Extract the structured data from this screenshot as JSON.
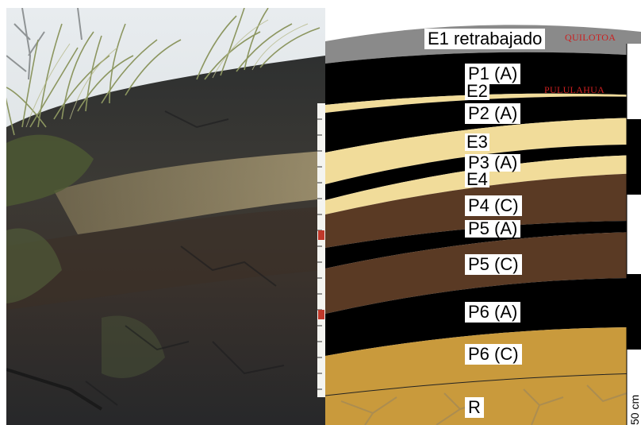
{
  "photo": {
    "description_icon": "soil-profile-photo"
  },
  "column": {
    "layers": [
      {
        "id": "e1",
        "label": "E1 retrabajado",
        "color": "#8a8a8a"
      },
      {
        "id": "p1a",
        "label": "P1 (A)",
        "color": "#000000"
      },
      {
        "id": "e2",
        "label": "E2",
        "color": "#f1dc9a"
      },
      {
        "id": "p2a",
        "label": "P2 (A)",
        "color": "#000000"
      },
      {
        "id": "e3",
        "label": "E3",
        "color": "#f1dc9a"
      },
      {
        "id": "p3a",
        "label": "P3 (A)",
        "color": "#000000"
      },
      {
        "id": "e4",
        "label": "E4",
        "color": "#f1dc9a"
      },
      {
        "id": "p4c",
        "label": "P4 (C)",
        "color": "#5a3a24"
      },
      {
        "id": "p5a",
        "label": "P5 (A)",
        "color": "#000000"
      },
      {
        "id": "p5c",
        "label": "P5 (C)",
        "color": "#5a3a24"
      },
      {
        "id": "p6a",
        "label": "P6 (A)",
        "color": "#000000"
      },
      {
        "id": "p6c",
        "label": "P6 (C)",
        "color": "#c99a3c"
      },
      {
        "id": "r",
        "label": "R",
        "color": "#c99a3c"
      }
    ],
    "sources": {
      "quilotoa": "QUILOTOA",
      "pululahua": "PULULAHUA"
    },
    "scale_label": "50 cm",
    "source_color": "#cc1f1f"
  }
}
